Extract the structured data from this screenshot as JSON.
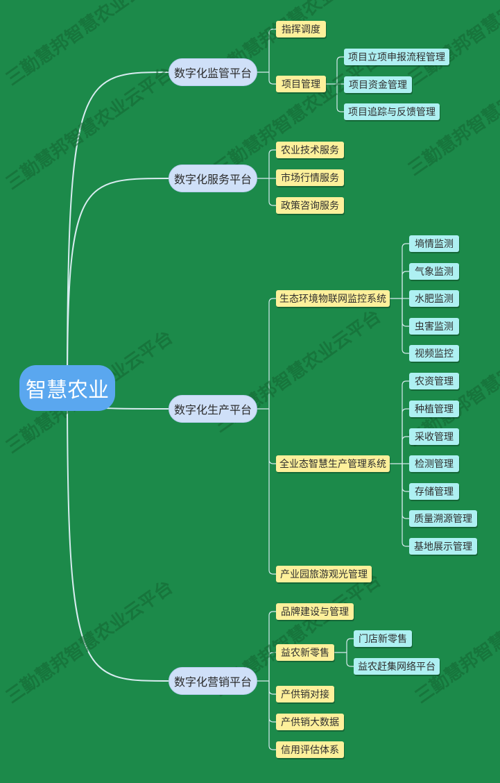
{
  "watermark": "三勤慧邦智慧农业云平台",
  "colors": {
    "background": "#1c8a4a",
    "root": "#5aa7ef",
    "level1": "#cfe0f8",
    "level2": "#fdf09b",
    "level3": "#aef0f2",
    "line": "#d8ecf0"
  },
  "root": {
    "label": "智慧农业",
    "children": [
      {
        "label": "数字化监管平台",
        "children": [
          {
            "label": "指挥调度",
            "children": []
          },
          {
            "label": "项目管理",
            "children": [
              {
                "label": "项目立项申报流程管理",
                "children": []
              },
              {
                "label": "项目资金管理",
                "children": []
              },
              {
                "label": "项目追踪与反馈管理",
                "children": []
              }
            ]
          }
        ]
      },
      {
        "label": "数字化服务平台",
        "children": [
          {
            "label": "农业技术服务",
            "children": []
          },
          {
            "label": "市场行情服务",
            "children": []
          },
          {
            "label": "政策咨询服务",
            "children": []
          }
        ]
      },
      {
        "label": "数字化生产平台",
        "children": [
          {
            "label": "生态环境物联网监控系统",
            "children": [
              {
                "label": "墒情监测",
                "children": []
              },
              {
                "label": "气象监测",
                "children": []
              },
              {
                "label": "水肥监测",
                "children": []
              },
              {
                "label": "虫害监测",
                "children": []
              },
              {
                "label": "视频监控",
                "children": []
              }
            ]
          },
          {
            "label": "全业态智慧生产管理系统",
            "children": [
              {
                "label": "农资管理",
                "children": []
              },
              {
                "label": "种植管理",
                "children": []
              },
              {
                "label": "采收管理",
                "children": []
              },
              {
                "label": "检测管理",
                "children": []
              },
              {
                "label": "存储管理",
                "children": []
              },
              {
                "label": "质量溯源管理",
                "children": []
              },
              {
                "label": "基地展示管理",
                "children": []
              }
            ]
          },
          {
            "label": "产业园旅游观光管理",
            "children": []
          }
        ]
      },
      {
        "label": "数字化营销平台",
        "children": [
          {
            "label": "品牌建设与管理",
            "children": []
          },
          {
            "label": "益农新零售",
            "children": [
              {
                "label": "门店新零售",
                "children": []
              },
              {
                "label": "益农赶集网络平台",
                "children": []
              }
            ]
          },
          {
            "label": "产供销对接",
            "children": []
          },
          {
            "label": "产供销大数据",
            "children": []
          },
          {
            "label": "信用评估体系",
            "children": []
          }
        ]
      }
    ]
  }
}
